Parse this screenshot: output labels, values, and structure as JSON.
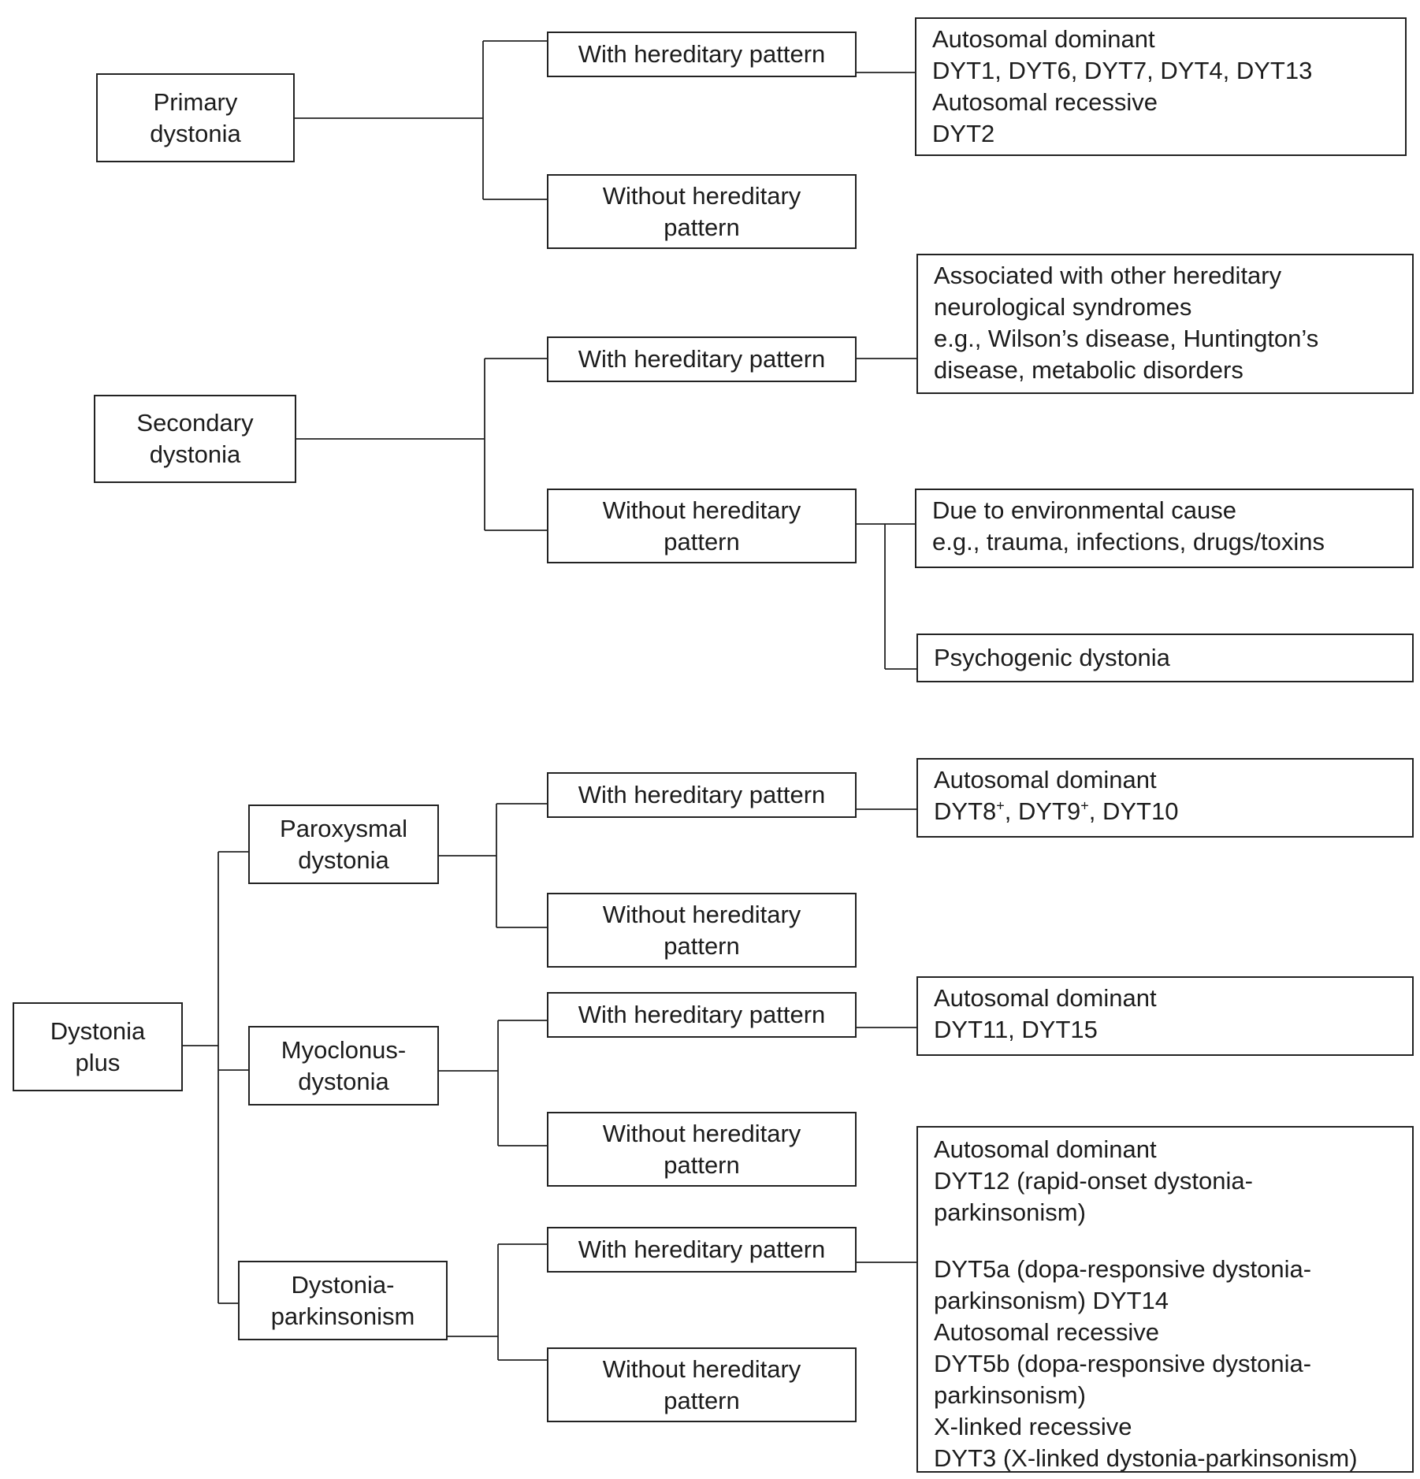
{
  "primary": {
    "root": "Primary\ndystonia",
    "with": "With hereditary pattern",
    "without": "Without hereditary\npattern",
    "details": [
      "Autosomal dominant",
      "DYT1, DYT6, DYT7, DYT4, DYT13",
      "Autosomal recessive",
      "DYT2"
    ]
  },
  "secondary": {
    "root": "Secondary\ndystonia",
    "with": "With hereditary pattern",
    "without": "Without hereditary\npattern",
    "with_details": [
      "Associated with other hereditary",
      "neurological syndromes",
      "e.g., Wilson’s disease, Huntington’s",
      "disease, metabolic disorders"
    ],
    "environmental": [
      "Due to environmental cause",
      "e.g., trauma, infections, drugs/toxins"
    ],
    "psychogenic": "Psychogenic dystonia"
  },
  "plus": {
    "root": "Dystonia\nplus",
    "paroxysmal": {
      "label": "Paroxysmal\ndystonia",
      "with": "With hereditary pattern",
      "without": "Without hereditary\npattern",
      "details_title": "Autosomal dominant",
      "d1": "DYT8",
      "d2": ", DYT9",
      "d3": ", DYT10",
      "sup": "+"
    },
    "myoclonus": {
      "label": "Myoclonus-\ndystonia",
      "with": "With hereditary pattern",
      "without": "Without hereditary\npattern",
      "details": [
        "Autosomal dominant",
        "DYT11, DYT15"
      ]
    },
    "parkinsonism": {
      "label": "Dystonia-\nparkinsonism",
      "with": "With hereditary pattern",
      "without": "Without hereditary\npattern",
      "details_a": [
        "Autosomal dominant",
        "DYT12 (rapid-onset dystonia-",
        "parkinsonism)"
      ],
      "details_b": [
        "DYT5a (dopa-responsive dystonia-",
        "parkinsonism) DYT14",
        "Autosomal recessive",
        "DYT5b (dopa-responsive dystonia-",
        "parkinsonism)",
        "X-linked recessive",
        "DYT3 (X-linked dystonia-parkinsonism)"
      ]
    }
  }
}
